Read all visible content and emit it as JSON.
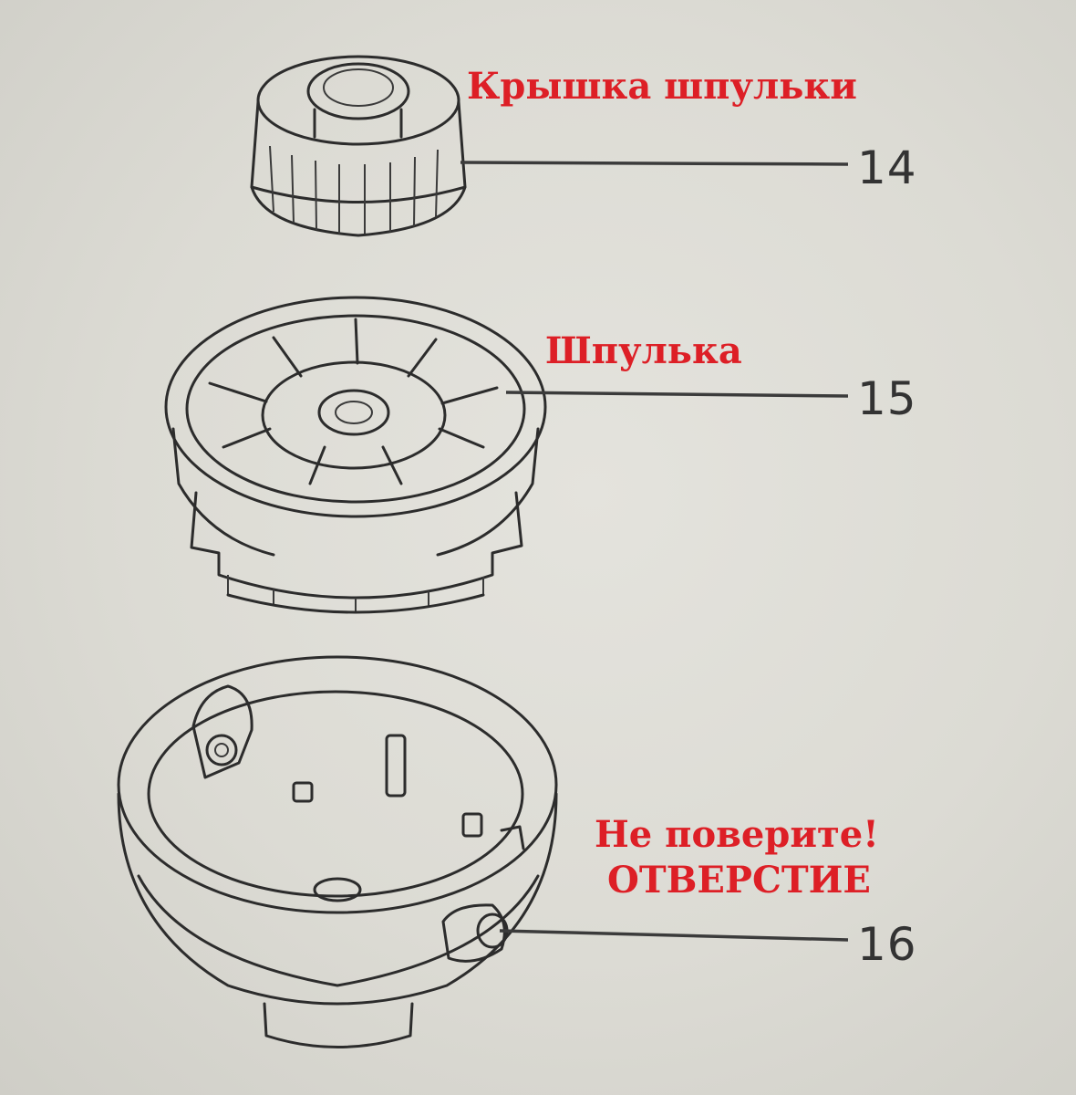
{
  "annotations": {
    "cap_label": "Крышка шпульки",
    "spool_label": "Шпулька",
    "warning_line1": "Не поверите!",
    "warning_line2": "ОТВЕРСТИЕ"
  },
  "callouts": {
    "cap_number": "14",
    "spool_number": "15",
    "housing_number": "16"
  },
  "colors": {
    "annotation_text": "#dd1f26",
    "paper": "#dcdbd4",
    "line_art": "#2c2c2c"
  }
}
